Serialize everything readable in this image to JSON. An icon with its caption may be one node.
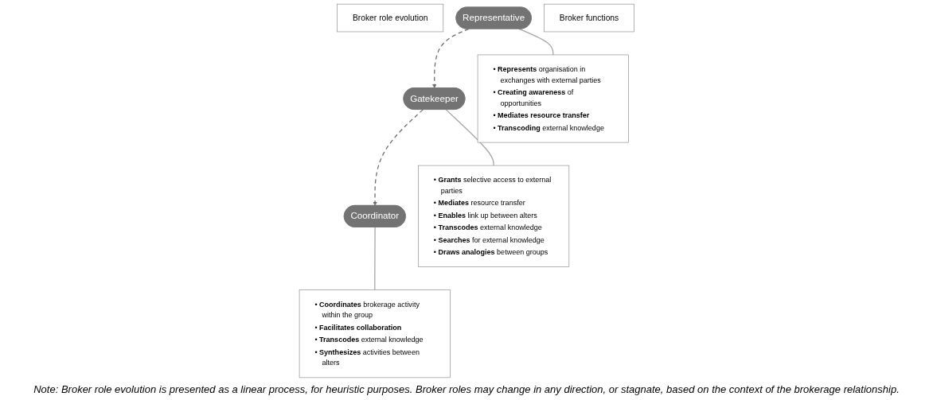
{
  "diagram": {
    "nodes": [
      {
        "text": [
          "Broker role evolution"
        ]
      },
      {
        "text": [
          "Representative"
        ]
      },
      {
        "text": [
          "Gatekeeper"
        ]
      },
      {
        "text": [
          "Coordinator"
        ]
      },
      {
        "text": [
          "Broker functions"
        ]
      },
      {
        "text": [
          "• **Represents** organisation in exchanges with external parties",
          "• **Creating awareness** of opportunities",
          "• **Mediates resource transfer**",
          "• **Transcoding** external knowledge"
        ]
      },
      {
        "text": [
          "• **Grants** selective access to external parties",
          "• **Mediates** resource transfer",
          "• **Enables** link up between alters",
          "• **Transcodes** external knowledge",
          "• **Searches** for external knowledge",
          "• **Draws analogies** between groups"
        ]
      },
      {
        "text": [
          "• **Coordinates** brokerage activity within the group",
          "• **Facilitates collaboration**",
          "• **Transcodes** external knowledge",
          "• **Synthesizes** activities between alters"
        ]
      }
    ],
    "edges": [
      {
        "from": 1,
        "to": 2,
        "arrow": "to",
        "style": "dashed"
      },
      {
        "from": 2,
        "to": 3,
        "arrow": "to",
        "style": "dashed"
      },
      {
        "from": 1,
        "to": 5,
        "arrow": "none"
      },
      {
        "from": 2,
        "to": 6,
        "arrow": "none"
      },
      {
        "from": 3,
        "to": 7,
        "arrow": "none"
      }
    ],
    "caption": "Note: Broker role evolution is presented as a linear process, for heuristic purposes. Broker roles may change in any direction, or stagnate, based on the context of the brokerage relationship."
  }
}
